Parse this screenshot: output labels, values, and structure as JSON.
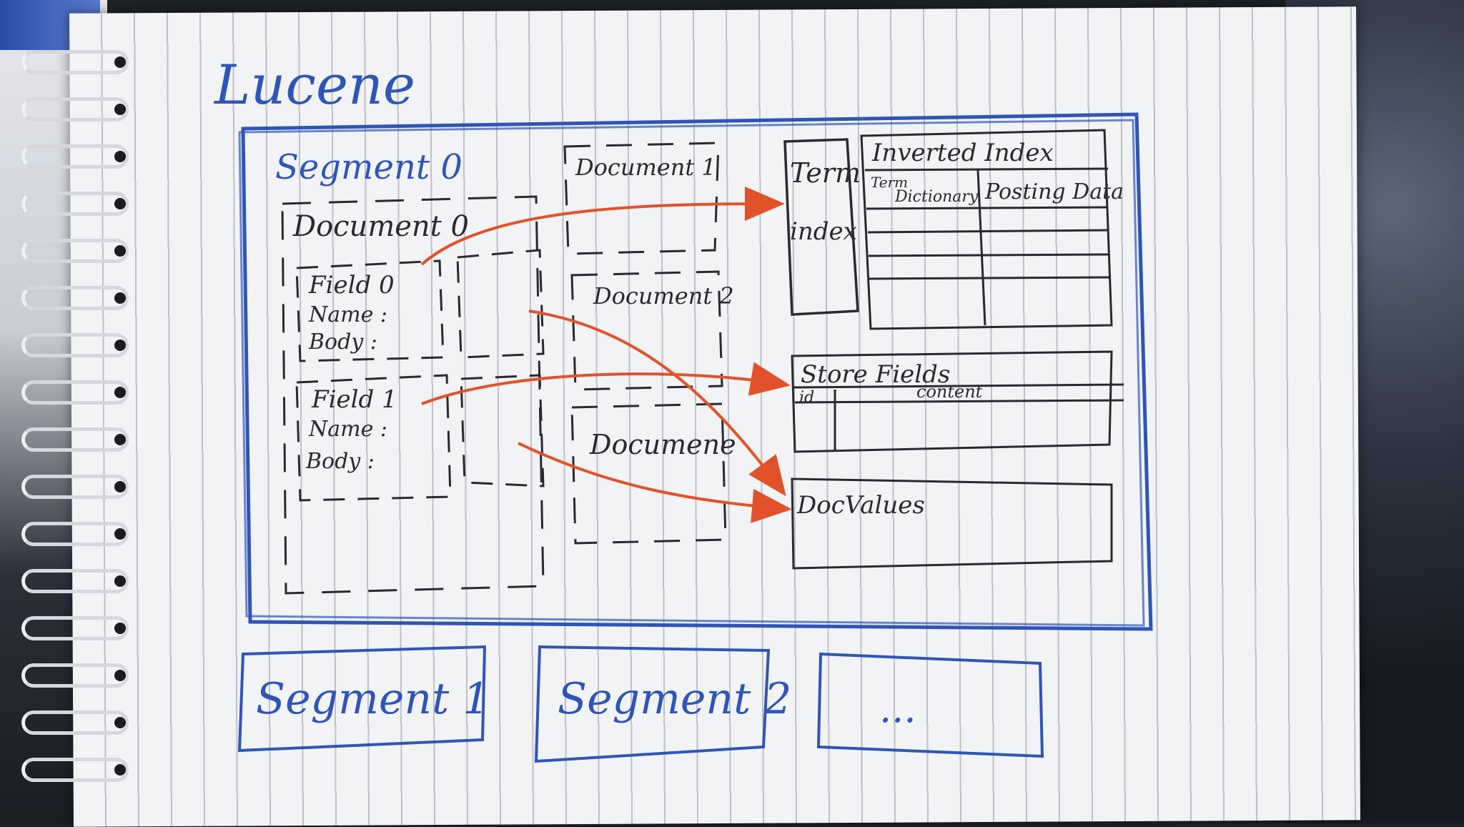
{
  "title": "Lucene",
  "segment0": {
    "label": "Segment 0",
    "documents": [
      {
        "label": "Document 0",
        "fields": [
          {
            "label": "Field 0",
            "name": "Name :",
            "body": "Body :"
          },
          {
            "label": "Field 1",
            "name": "Name :",
            "body": "Body :"
          }
        ]
      },
      {
        "label": "Document 1"
      },
      {
        "label": "Document 2"
      },
      {
        "label": "Documene"
      }
    ]
  },
  "term_index": {
    "line1": "Term",
    "line2": "index"
  },
  "inverted_index": {
    "title": "Inverted Index",
    "col1_line1": "Term",
    "col1_line2": "Dictionary",
    "col2": "Posting Data"
  },
  "store_fields": {
    "title": "Store Fields",
    "col1": "id",
    "col2": "content"
  },
  "doc_values": {
    "title": "DocValues"
  },
  "other_segments": [
    "Segment 1",
    "Segment 2",
    "..."
  ],
  "colors": {
    "blue_ink": "#2f55b8",
    "black_ink": "#2a2a2e",
    "red_ink": "#e2522a",
    "paper": "#f2f3f5"
  }
}
